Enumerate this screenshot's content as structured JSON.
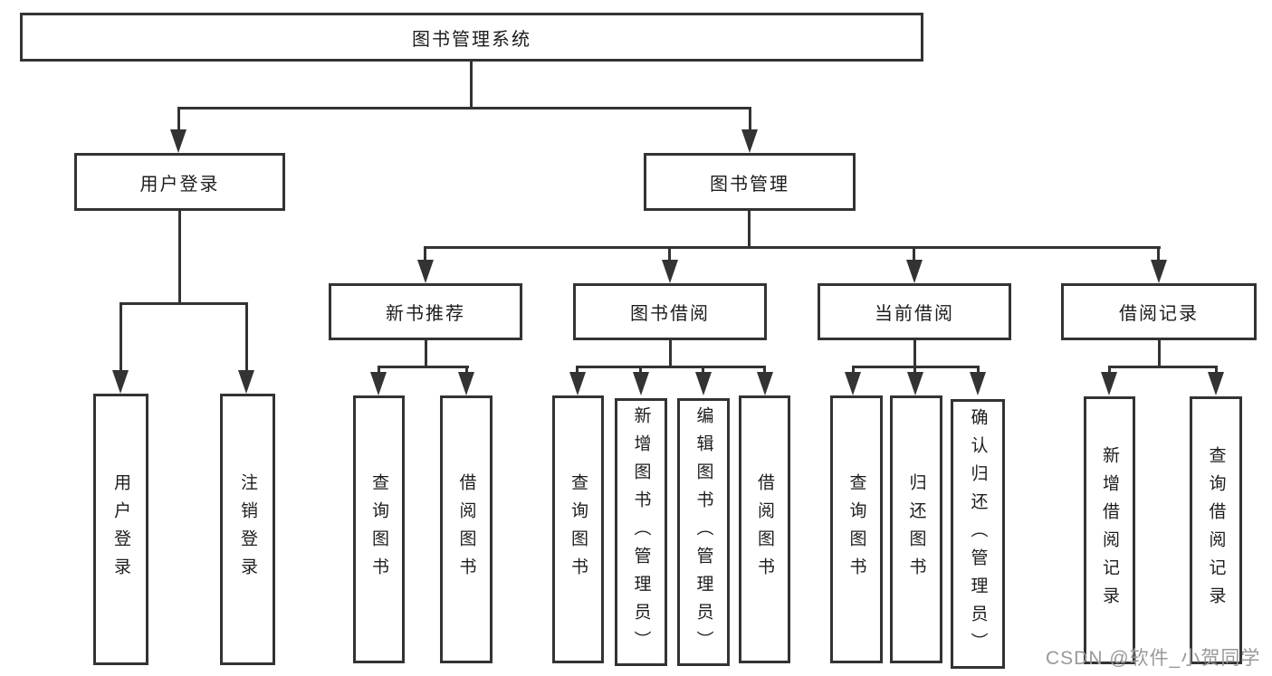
{
  "tree": {
    "label": "图书管理系统",
    "children": [
      {
        "label": "用户登录",
        "children": [
          {
            "label": "用户登录"
          },
          {
            "label": "注销登录"
          }
        ]
      },
      {
        "label": "图书管理",
        "children": [
          {
            "label": "新书推荐",
            "children": [
              {
                "label": "查询图书"
              },
              {
                "label": "借阅图书"
              }
            ]
          },
          {
            "label": "图书借阅",
            "children": [
              {
                "label": "查询图书"
              },
              {
                "label": "新增图书（管理员）"
              },
              {
                "label": "编辑图书（管理员）"
              },
              {
                "label": "借阅图书"
              }
            ]
          },
          {
            "label": "当前借阅",
            "children": [
              {
                "label": "查询图书"
              },
              {
                "label": "归还图书"
              },
              {
                "label": "确认归还（管理员）"
              }
            ]
          },
          {
            "label": "借阅记录",
            "children": [
              {
                "label": "新增借阅记录"
              },
              {
                "label": "查询借阅记录"
              }
            ]
          }
        ]
      }
    ]
  },
  "watermark": "CSDN @软件_小贺同学",
  "colors": {
    "line": "#333333",
    "box_border": "#333333",
    "text": "#1d1d1d",
    "watermark": "#98999b",
    "background": "#ffffff"
  }
}
